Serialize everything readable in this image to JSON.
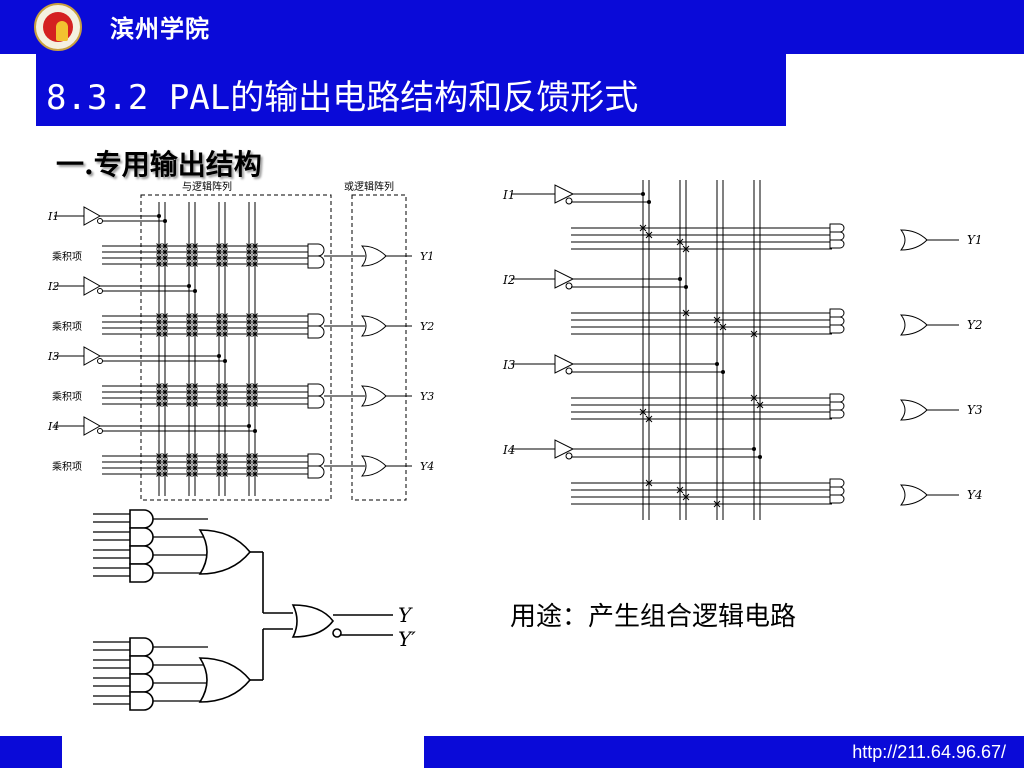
{
  "header": {
    "school_name": "滨州学院"
  },
  "section": {
    "title": "8.3.2 PAL的输出电路结构和反馈形式"
  },
  "subtitle": "一.专用输出结构",
  "diagram_left": {
    "and_array_label": "与逻辑阵列",
    "or_array_label": "或逻辑阵列",
    "product_label": "乘积项",
    "inputs": [
      "I1",
      "I2",
      "I3",
      "I4"
    ],
    "outputs": [
      "Y1",
      "Y2",
      "Y3",
      "Y4"
    ]
  },
  "diagram_right": {
    "inputs": [
      "I1",
      "I2",
      "I3",
      "I4"
    ],
    "outputs": [
      "Y1",
      "Y2",
      "Y3",
      "Y4"
    ]
  },
  "diagram_bottom": {
    "outputs": [
      "Y",
      "Y′"
    ]
  },
  "usage": "用途：产生组合逻辑电路",
  "footer": {
    "url": "http://211.64.96.67/"
  }
}
